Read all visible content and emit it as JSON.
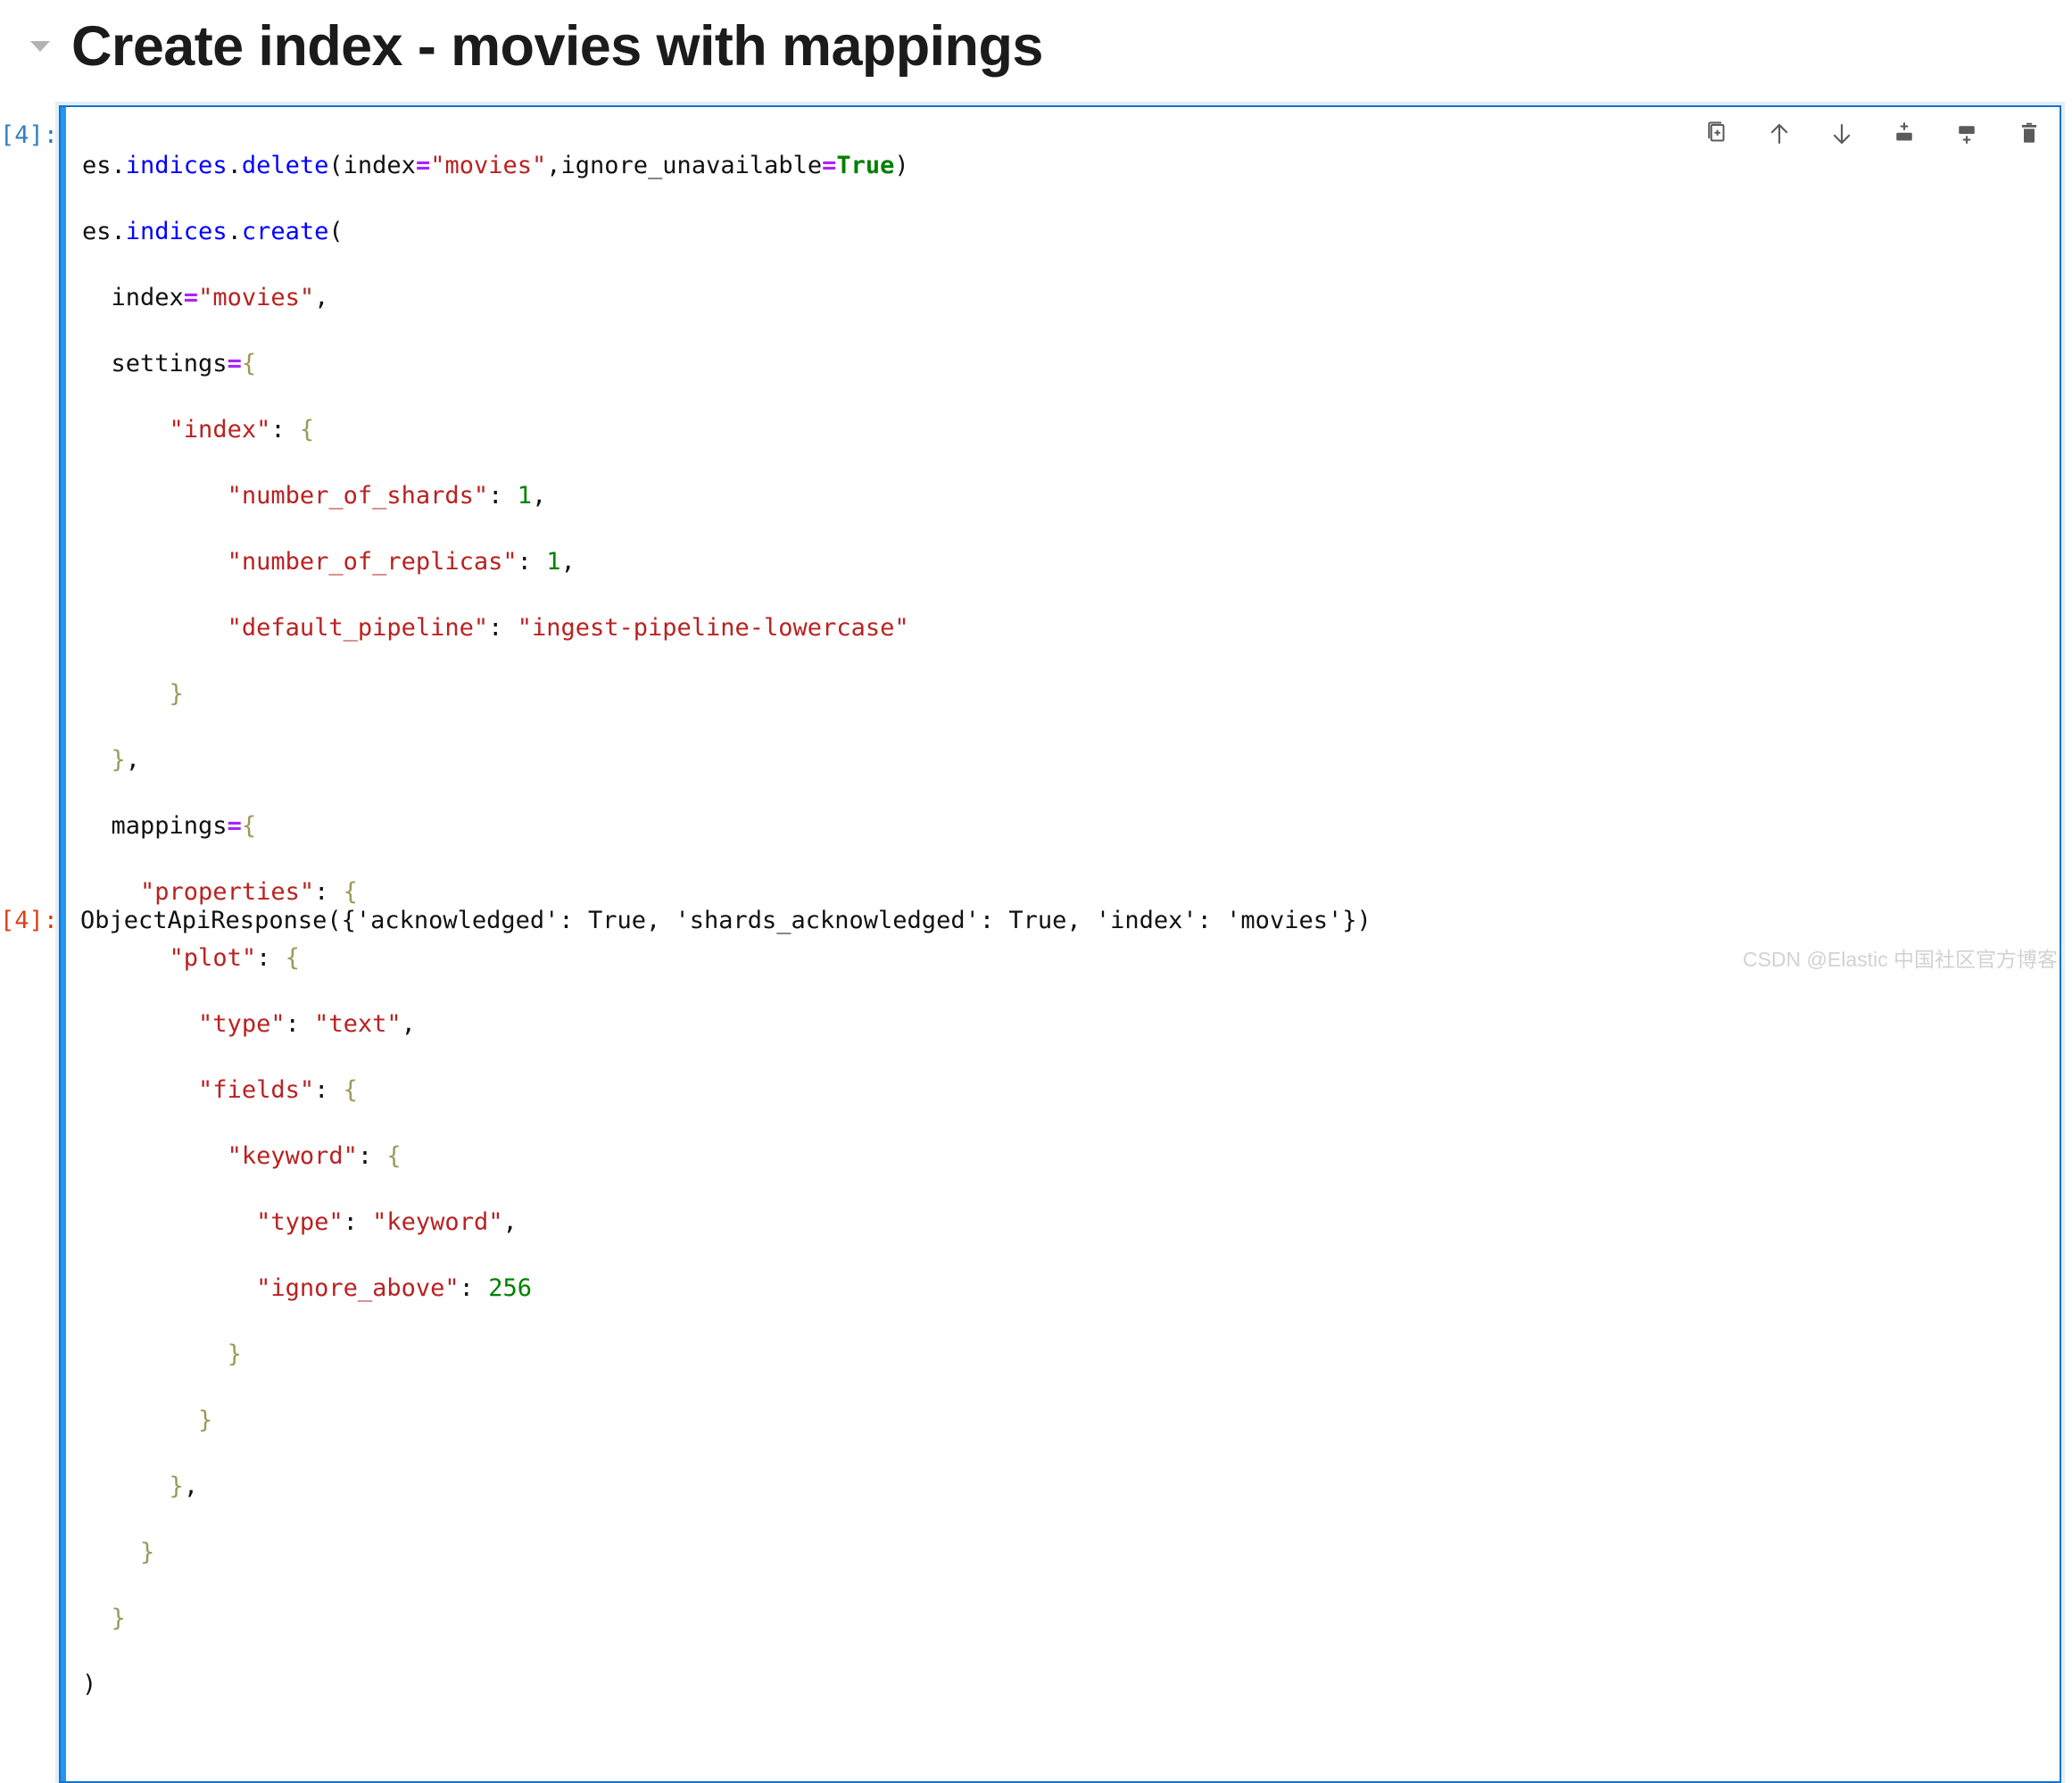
{
  "heading": {
    "title": "Create index - movies with mappings",
    "collapse_icon": "chevron-down-icon"
  },
  "cell": {
    "input_prompt": "[4]:",
    "output_prompt": "[4]:",
    "accent_color": "#2196f3",
    "border_color": "#1473cc",
    "prompt_color": "#307fc1",
    "output_prompt_color": "#d84315"
  },
  "toolbar": {
    "buttons": [
      {
        "name": "duplicate-cell-icon",
        "label": "Duplicate this cell"
      },
      {
        "name": "move-cell-up-icon",
        "label": "Move this cell up"
      },
      {
        "name": "move-cell-down-icon",
        "label": "Move this cell down"
      },
      {
        "name": "insert-cell-above-icon",
        "label": "Insert a cell above"
      },
      {
        "name": "insert-cell-below-icon",
        "label": "Insert a cell below"
      },
      {
        "name": "delete-cell-icon",
        "label": "Delete this cell"
      }
    ]
  },
  "code": {
    "language": "python",
    "lines": [
      "es.indices.delete(index=\"movies\",ignore_unavailable=True)",
      "es.indices.create(",
      "  index=\"movies\",",
      "  settings={",
      "      \"index\": {",
      "          \"number_of_shards\": 1,",
      "          \"number_of_replicas\": 1,",
      "          \"default_pipeline\": \"ingest-pipeline-lowercase\"",
      "      }",
      "  },",
      "  mappings={",
      "    \"properties\": {",
      "      \"plot\": {",
      "        \"type\": \"text\",",
      "        \"fields\": {",
      "          \"keyword\": {",
      "            \"type\": \"keyword\",",
      "            \"ignore_above\": 256",
      "          }",
      "        }",
      "      },",
      "    }",
      "  }",
      ")"
    ]
  },
  "output": {
    "text": "ObjectApiResponse({'acknowledged': True, 'shards_acknowledged': True, 'index': 'movies'})"
  },
  "watermark": {
    "text": "CSDN @Elastic 中国社区官方博客"
  },
  "colors": {
    "string": "#ba2121",
    "number": "#008000",
    "keyword": "#008000",
    "operator": "#aa22ff",
    "attribute": "#0000ff",
    "brace": "#9a9a5a",
    "text": "#111111"
  }
}
